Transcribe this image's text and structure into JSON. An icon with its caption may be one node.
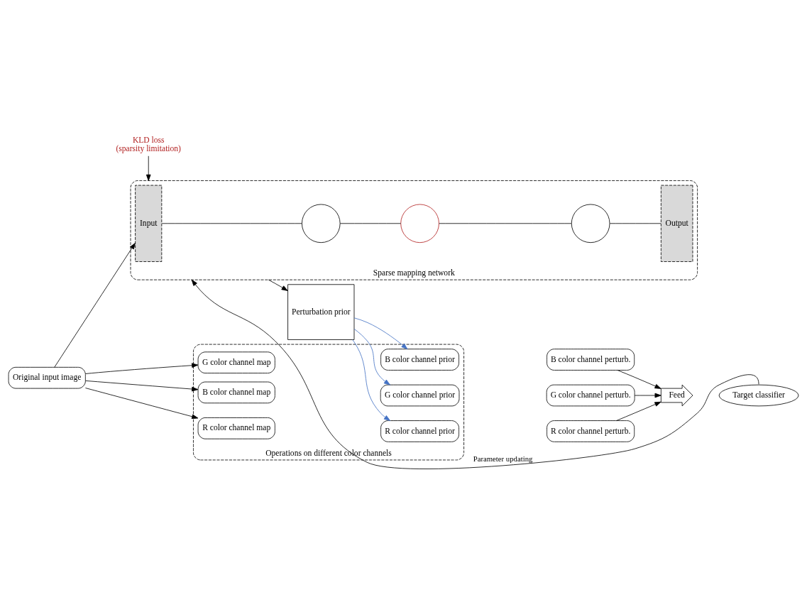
{
  "diagram": {
    "nodes": [
      {
        "text": [
          "Sparse mapping network"
        ]
      },
      {
        "text": [
          "Input"
        ],
        "in": 0
      },
      {
        "text": [],
        "shape": "circle",
        "in": 0
      },
      {
        "text": [],
        "shape": "circle",
        "in": 0
      },
      {
        "text": [],
        "shape": "circle",
        "in": 0
      },
      {
        "text": [
          "Output"
        ],
        "in": 0
      },
      {
        "text": [
          "KLD loss",
          "(sparsity limitation)"
        ]
      },
      {
        "text": [
          "Perturbation prior"
        ]
      },
      {
        "text": [
          "Original input image"
        ]
      },
      {
        "text": [
          "Operations on different color channels"
        ]
      },
      {
        "text": [
          "G color channel map"
        ],
        "in": 9
      },
      {
        "text": [
          "R color channel map"
        ],
        "in": 9
      },
      {
        "text": [
          "B color channel map"
        ],
        "in": 9
      },
      {
        "text": [
          "B color channel prior"
        ],
        "in": 9
      },
      {
        "text": [
          "R color channel prior"
        ],
        "in": 9
      },
      {
        "text": [
          "G color channel prior"
        ],
        "in": 9
      },
      {
        "text": [
          "B color channel perturb."
        ]
      },
      {
        "text": [
          "R color channel perturb."
        ]
      },
      {
        "text": [
          "G color channel perturb."
        ]
      },
      {
        "text": [
          "Feed"
        ]
      },
      {
        "text": [
          "Target classifier"
        ]
      }
    ],
    "edges": [
      {
        "from": 6,
        "to": 0,
        "arrow": "to"
      },
      {
        "from": 20,
        "to": 0,
        "arrow": "to",
        "label": "Parameter updating"
      },
      {
        "from": 8,
        "to": 1,
        "arrow": "to"
      },
      {
        "from": 1,
        "to": 2,
        "arrow": "none"
      },
      {
        "from": 2,
        "to": 3,
        "arrow": "none"
      },
      {
        "from": 3,
        "to": 4,
        "arrow": "none"
      },
      {
        "from": 4,
        "to": 5,
        "arrow": "none"
      },
      {
        "from": 0,
        "to": 7,
        "arrow": "to"
      },
      {
        "from": 8,
        "to": 10,
        "arrow": "to"
      },
      {
        "from": 8,
        "to": 11,
        "arrow": "to"
      },
      {
        "from": 8,
        "to": 12,
        "arrow": "to"
      },
      {
        "from": 7,
        "to": 13,
        "arrow": "to",
        "color": "#4472c4"
      },
      {
        "from": 7,
        "to": 14,
        "arrow": "to",
        "color": "#4472c4"
      },
      {
        "from": 7,
        "to": 15,
        "arrow": "to",
        "color": "#4472c4"
      },
      {
        "from": 16,
        "to": 19,
        "arrow": "to"
      },
      {
        "from": 17,
        "to": 19,
        "arrow": "to"
      },
      {
        "from": 18,
        "to": 19,
        "arrow": "to"
      }
    ]
  }
}
